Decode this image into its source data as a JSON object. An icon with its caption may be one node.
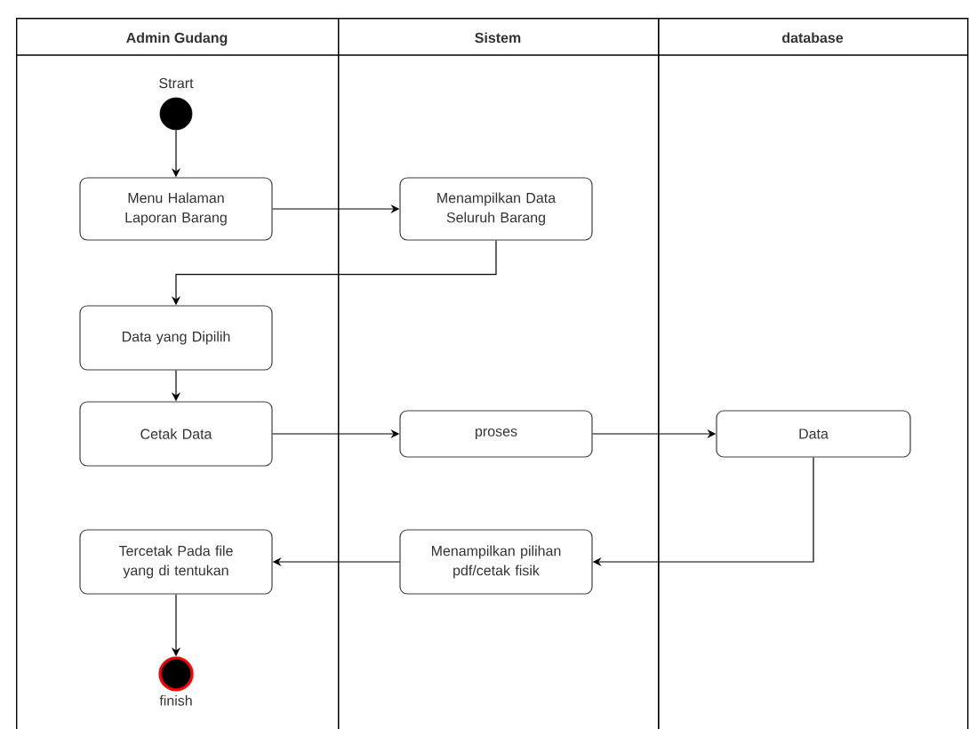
{
  "diagram": {
    "nodes": [
      {
        "text": [
          "Admin Gudang"
        ]
      },
      {
        "text": [
          "Sistem"
        ]
      },
      {
        "text": [
          "database"
        ]
      },
      {
        "text": [],
        "shape": "circle",
        "beside": [
          "Strart"
        ],
        "in": 0
      },
      {
        "text": [
          "Menu Halaman Laporan Barang"
        ],
        "in": 0
      },
      {
        "text": [
          "Menampilkan Data Seluruh Barang"
        ],
        "in": 1
      },
      {
        "text": [
          "Data yang Dipilih"
        ],
        "in": 0
      },
      {
        "text": [
          "Cetak Data"
        ],
        "in": 0
      },
      {
        "text": [
          "proses"
        ],
        "in": 1
      },
      {
        "text": [
          "Data"
        ],
        "in": 2
      },
      {
        "text": [
          "Tercetak Pada file yang di tentukan"
        ],
        "in": 0
      },
      {
        "text": [
          "Menampilkan pilihan pdf/cetak fisik"
        ],
        "in": 1
      },
      {
        "text": [],
        "shape": "circle",
        "beside": [
          "finish"
        ],
        "in": 0
      }
    ],
    "edges": [
      {
        "from": 3,
        "to": 4,
        "arrow": "to"
      },
      {
        "from": 4,
        "to": 5,
        "arrow": "to"
      },
      {
        "from": 5,
        "to": 6,
        "arrow": "to"
      },
      {
        "from": 6,
        "to": 7,
        "arrow": "to"
      },
      {
        "from": 7,
        "to": 8,
        "arrow": "to"
      },
      {
        "from": 8,
        "to": 9,
        "arrow": "to"
      },
      {
        "from": 9,
        "to": 11,
        "arrow": "to"
      },
      {
        "from": 11,
        "to": 10,
        "arrow": "to"
      },
      {
        "from": 10,
        "to": 12,
        "arrow": "to"
      }
    ]
  }
}
